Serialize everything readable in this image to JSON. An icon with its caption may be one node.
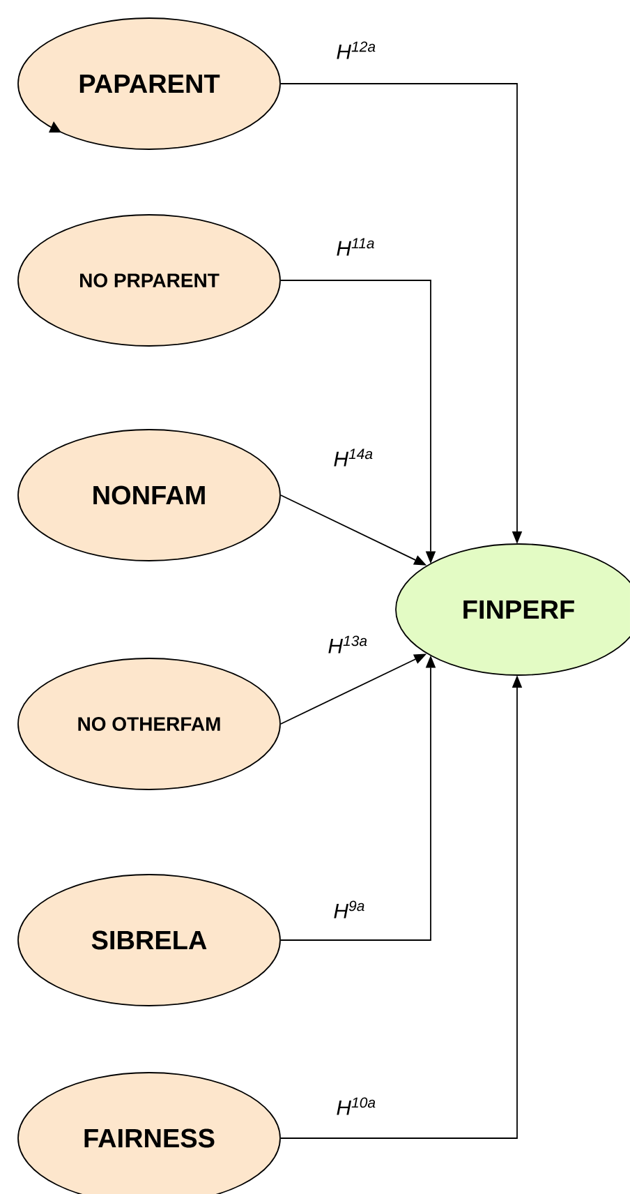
{
  "diagram": {
    "nodes": [
      {
        "text": [
          "PAPARENT"
        ]
      },
      {
        "text": [
          "NO PRPARENT"
        ]
      },
      {
        "text": [
          "NONFAM"
        ]
      },
      {
        "text": [
          "NO OTHERFAM"
        ]
      },
      {
        "text": [
          "SIBRELA"
        ]
      },
      {
        "text": [
          "FAIRNESS"
        ]
      },
      {
        "text": [
          "FINPERF"
        ]
      }
    ],
    "edges": [
      {
        "from": 0,
        "to": 6,
        "arrow": "to",
        "label": "H$^{12a}$"
      },
      {
        "from": 1,
        "to": 6,
        "arrow": "to",
        "label": "H$^{11a}$"
      },
      {
        "from": 2,
        "to": 6,
        "arrow": "to",
        "label": "H$^{14a}$"
      },
      {
        "from": 3,
        "to": 6,
        "arrow": "to",
        "label": "H$^{13a}$"
      },
      {
        "from": 4,
        "to": 6,
        "arrow": "to",
        "label": "H$^{9a}$"
      },
      {
        "from": 5,
        "to": 6,
        "arrow": "to",
        "label": "H$^{10a}$"
      }
    ]
  }
}
